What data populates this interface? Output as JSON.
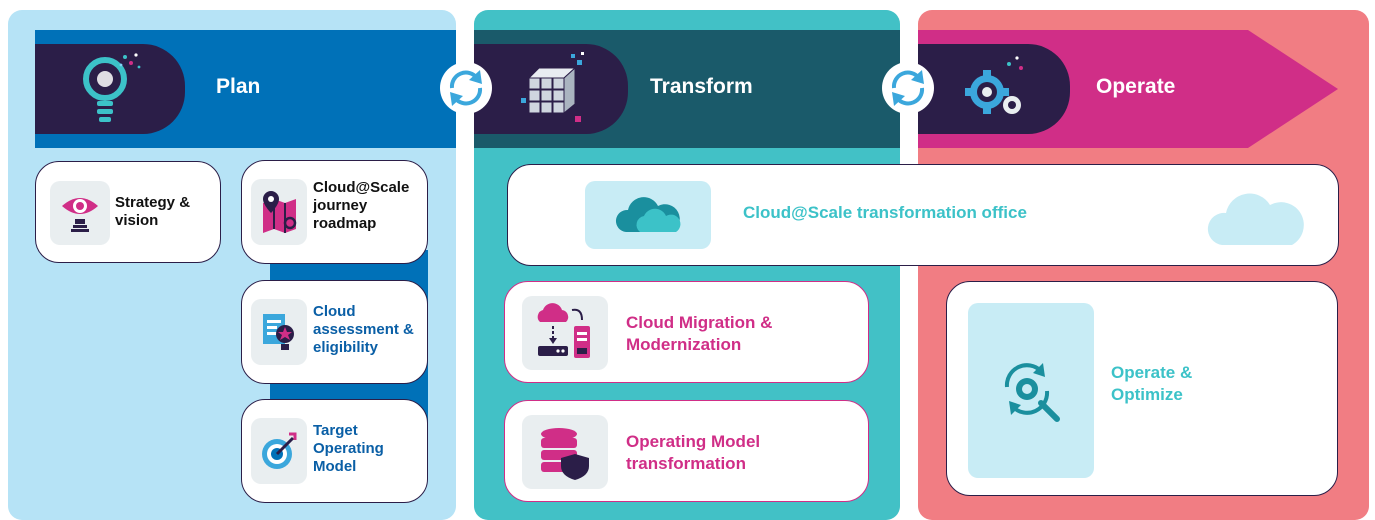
{
  "colors": {
    "plan_bg": "#b6e3f6",
    "plan_band": "#0071b8",
    "transform_bg": "#42c1c6",
    "transform_band": "#1a5a6a",
    "operate_bg": "#f17d83",
    "operate_band": "#d02e87",
    "dark_tab": "#2b1e48",
    "plan_text": "#0a5fa6",
    "transform_text": "#d02e87",
    "operate_text": "#3cc2c8",
    "dark_text": "#111111"
  },
  "phases": {
    "plan": {
      "title": "Plan"
    },
    "transform": {
      "title": "Transform"
    },
    "operate": {
      "title": "Operate"
    }
  },
  "plan_cards": {
    "strategy": "Strategy & vision",
    "roadmap": "Cloud@Scale journey roadmap",
    "assessment": "Cloud assessment & eligibility",
    "target": "Target Operating Model"
  },
  "transformation_office": "Cloud@Scale transformation office",
  "transform_cards": {
    "migration": "Cloud Migration & Modernization",
    "operating_model": "Operating Model transformation"
  },
  "operate_card": "Operate & Optimize",
  "icons": {
    "plan": "lightbulb-icon",
    "transform": "cube-icon",
    "operate": "gear-magnifier-icon",
    "strategy": "eye-icon",
    "roadmap": "map-pin-icon",
    "assessment": "document-star-icon",
    "target": "target-arrow-icon",
    "office": "cloud-icon",
    "migration": "cloud-server-icon",
    "operating_model": "database-shield-icon",
    "cycle": "sync-arrows-icon"
  }
}
